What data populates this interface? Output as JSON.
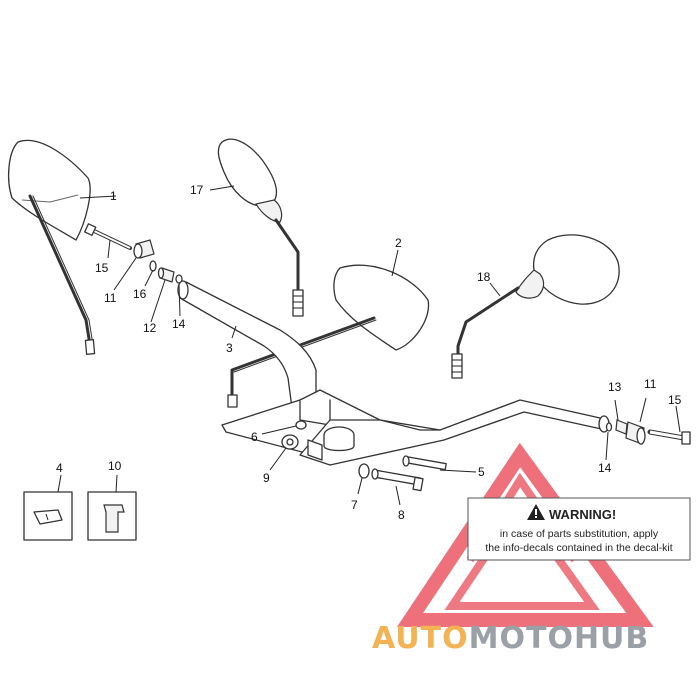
{
  "callouts": {
    "c1": "1",
    "c2": "2",
    "c3": "3",
    "c4": "4",
    "c5": "5",
    "c6": "6",
    "c7": "7",
    "c8": "8",
    "c9": "9",
    "c10": "10",
    "c11a": "11",
    "c11b": "11",
    "c12": "12",
    "c13": "13",
    "c14a": "14",
    "c14b": "14",
    "c15a": "15",
    "c15b": "15",
    "c16": "16",
    "c17": "17",
    "c18": "18"
  },
  "warning": {
    "title": "WARNING!",
    "line1": "in case of parts substitution, apply",
    "line2": "the info-decals contained in the decal-kit"
  },
  "watermark": {
    "part1": "AUTO",
    "part2": "MOTO",
    "part3": "HUB"
  }
}
